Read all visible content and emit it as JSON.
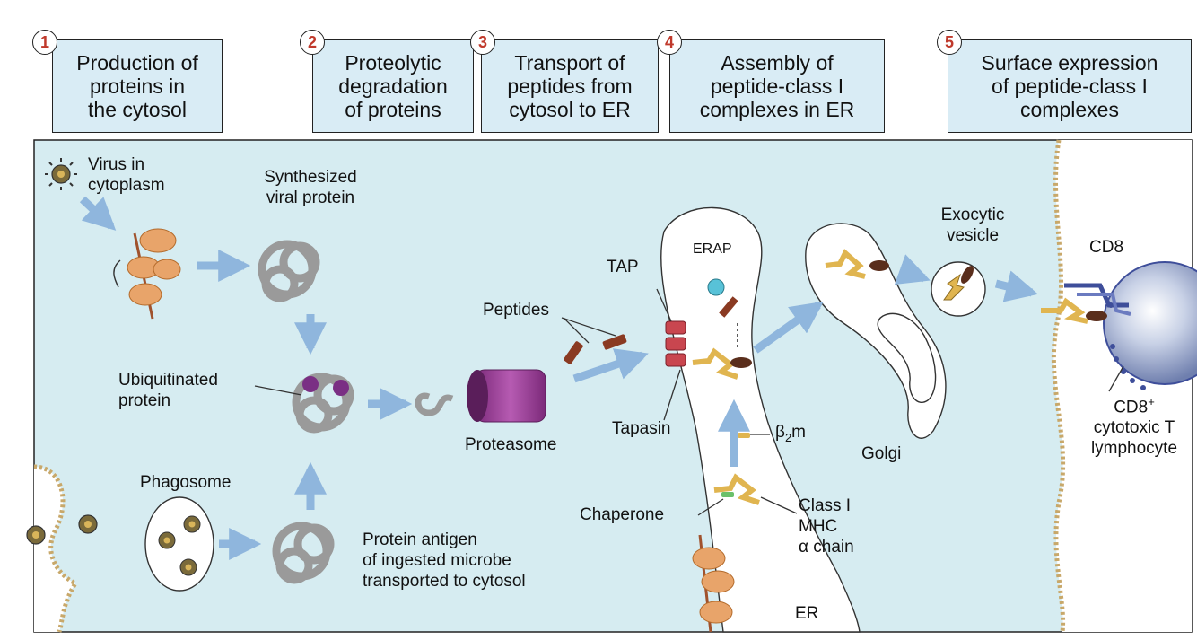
{
  "steps": [
    {
      "number": "1",
      "title": "Production of\nproteins in\nthe cytosol"
    },
    {
      "number": "2",
      "title": "Proteolytic\ndegradation\nof proteins"
    },
    {
      "number": "3",
      "title": "Transport of\npeptides from\ncytosol to ER"
    },
    {
      "number": "4",
      "title": "Assembly of\npeptide-class I\ncomplexes in ER"
    },
    {
      "number": "5",
      "title": "Surface expression\nof peptide-class I\ncomplexes"
    }
  ],
  "labels": {
    "virus_in_cytoplasm": "Virus in\ncytoplasm",
    "synthesized_viral_protein": "Synthesized\nviral protein",
    "ubiquitinated_protein": "Ubiquitinated\nprotein",
    "phagosome": "Phagosome",
    "protein_antigen": "Protein antigen\nof ingested microbe\ntransported to cytosol",
    "proteasome": "Proteasome",
    "peptides": "Peptides",
    "tap": "TAP",
    "tapasin": "Tapasin",
    "erap": "ERAP",
    "b2m_beta": "β",
    "b2m_sub": "2",
    "b2m_m": "m",
    "chaperone": "Chaperone",
    "class_i_mhc": "Class I\nMHC\nα chain",
    "er": "ER",
    "golgi": "Golgi",
    "exocytic_vesicle": "Exocytic\nvesicle",
    "cd8": "CD8",
    "cd8_main": "CD8",
    "cd8_sup": "+",
    "cd8_rest": "cytotoxic T\nlymphocyte"
  },
  "colors": {
    "cytosol": "#d6ecf1",
    "header_box": "#d9ecf5",
    "step_number": "#c0392b",
    "ribosome": "#e8a46a",
    "protein_coil": "#c9c9c9",
    "proteasome": "#8e3a8c",
    "ubiquitin": "#7a2f84",
    "peptide": "#8a3a22",
    "tap": "#c9464f",
    "mhc": "#e0b550",
    "arrow": "#8fb6dd",
    "membrane": "#c8a86a",
    "t_cell": "#9aa8c8",
    "erap": "#58c2d8",
    "cd8_molecule": "#3e4e9a"
  }
}
